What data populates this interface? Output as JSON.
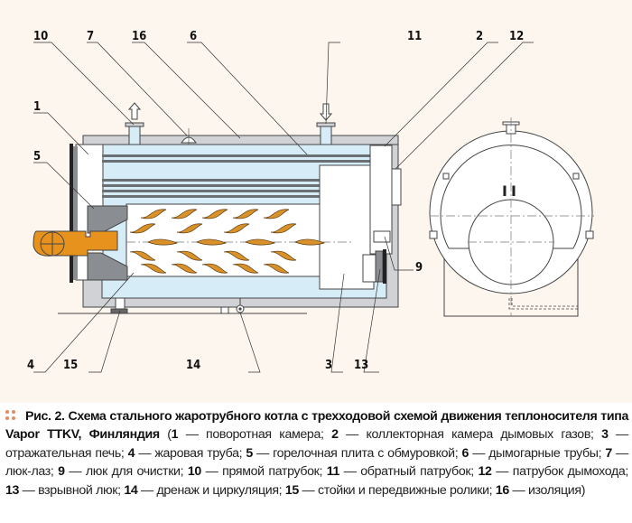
{
  "figure": {
    "callouts": [
      "10",
      "7",
      "16",
      "6",
      "11",
      "2",
      "12",
      "1",
      "5",
      "9",
      "4",
      "15",
      "14",
      "3",
      "13"
    ],
    "colors": {
      "background": "#fdf6ef",
      "water": "#d6ecf7",
      "insulation": "#d0d2d5",
      "burner": "#e8921e",
      "flame": "#d9912a",
      "tube": "#6b7075",
      "door": "#222222",
      "caption_bullet": "#e48a5e"
    },
    "front_view_mark": "II"
  },
  "caption": {
    "fig_label": "Рис. 2.",
    "title": "Схема стального жаротрубного котла с трехходовой схемой движения теплоносителя типа Vapor TTKV, Финляндия",
    "open": " (",
    "close": ")",
    "legend": [
      {
        "num": "1",
        "text": "поворотная камера"
      },
      {
        "num": "2",
        "text": "коллекторная камера дымовых газов"
      },
      {
        "num": "3",
        "text": "отражательная печь"
      },
      {
        "num": "4",
        "text": "жаровая труба"
      },
      {
        "num": "5",
        "text": "горелочная плита с обмуровкой"
      },
      {
        "num": "6",
        "text": "дымогарные трубы"
      },
      {
        "num": "7",
        "text": "люк-лаз"
      },
      {
        "num": "9",
        "text": "люк для очистки"
      },
      {
        "num": "10",
        "text": "прямой патрубок"
      },
      {
        "num": "11",
        "text": "обратный патрубок"
      },
      {
        "num": "12",
        "text": "патрубок дымохода"
      },
      {
        "num": "13",
        "text": "взрывной люк"
      },
      {
        "num": "14",
        "text": "дренаж и циркуляция"
      },
      {
        "num": "15",
        "text": "стойки и передвижные ролики"
      },
      {
        "num": "16",
        "text": "изоляция"
      }
    ]
  }
}
